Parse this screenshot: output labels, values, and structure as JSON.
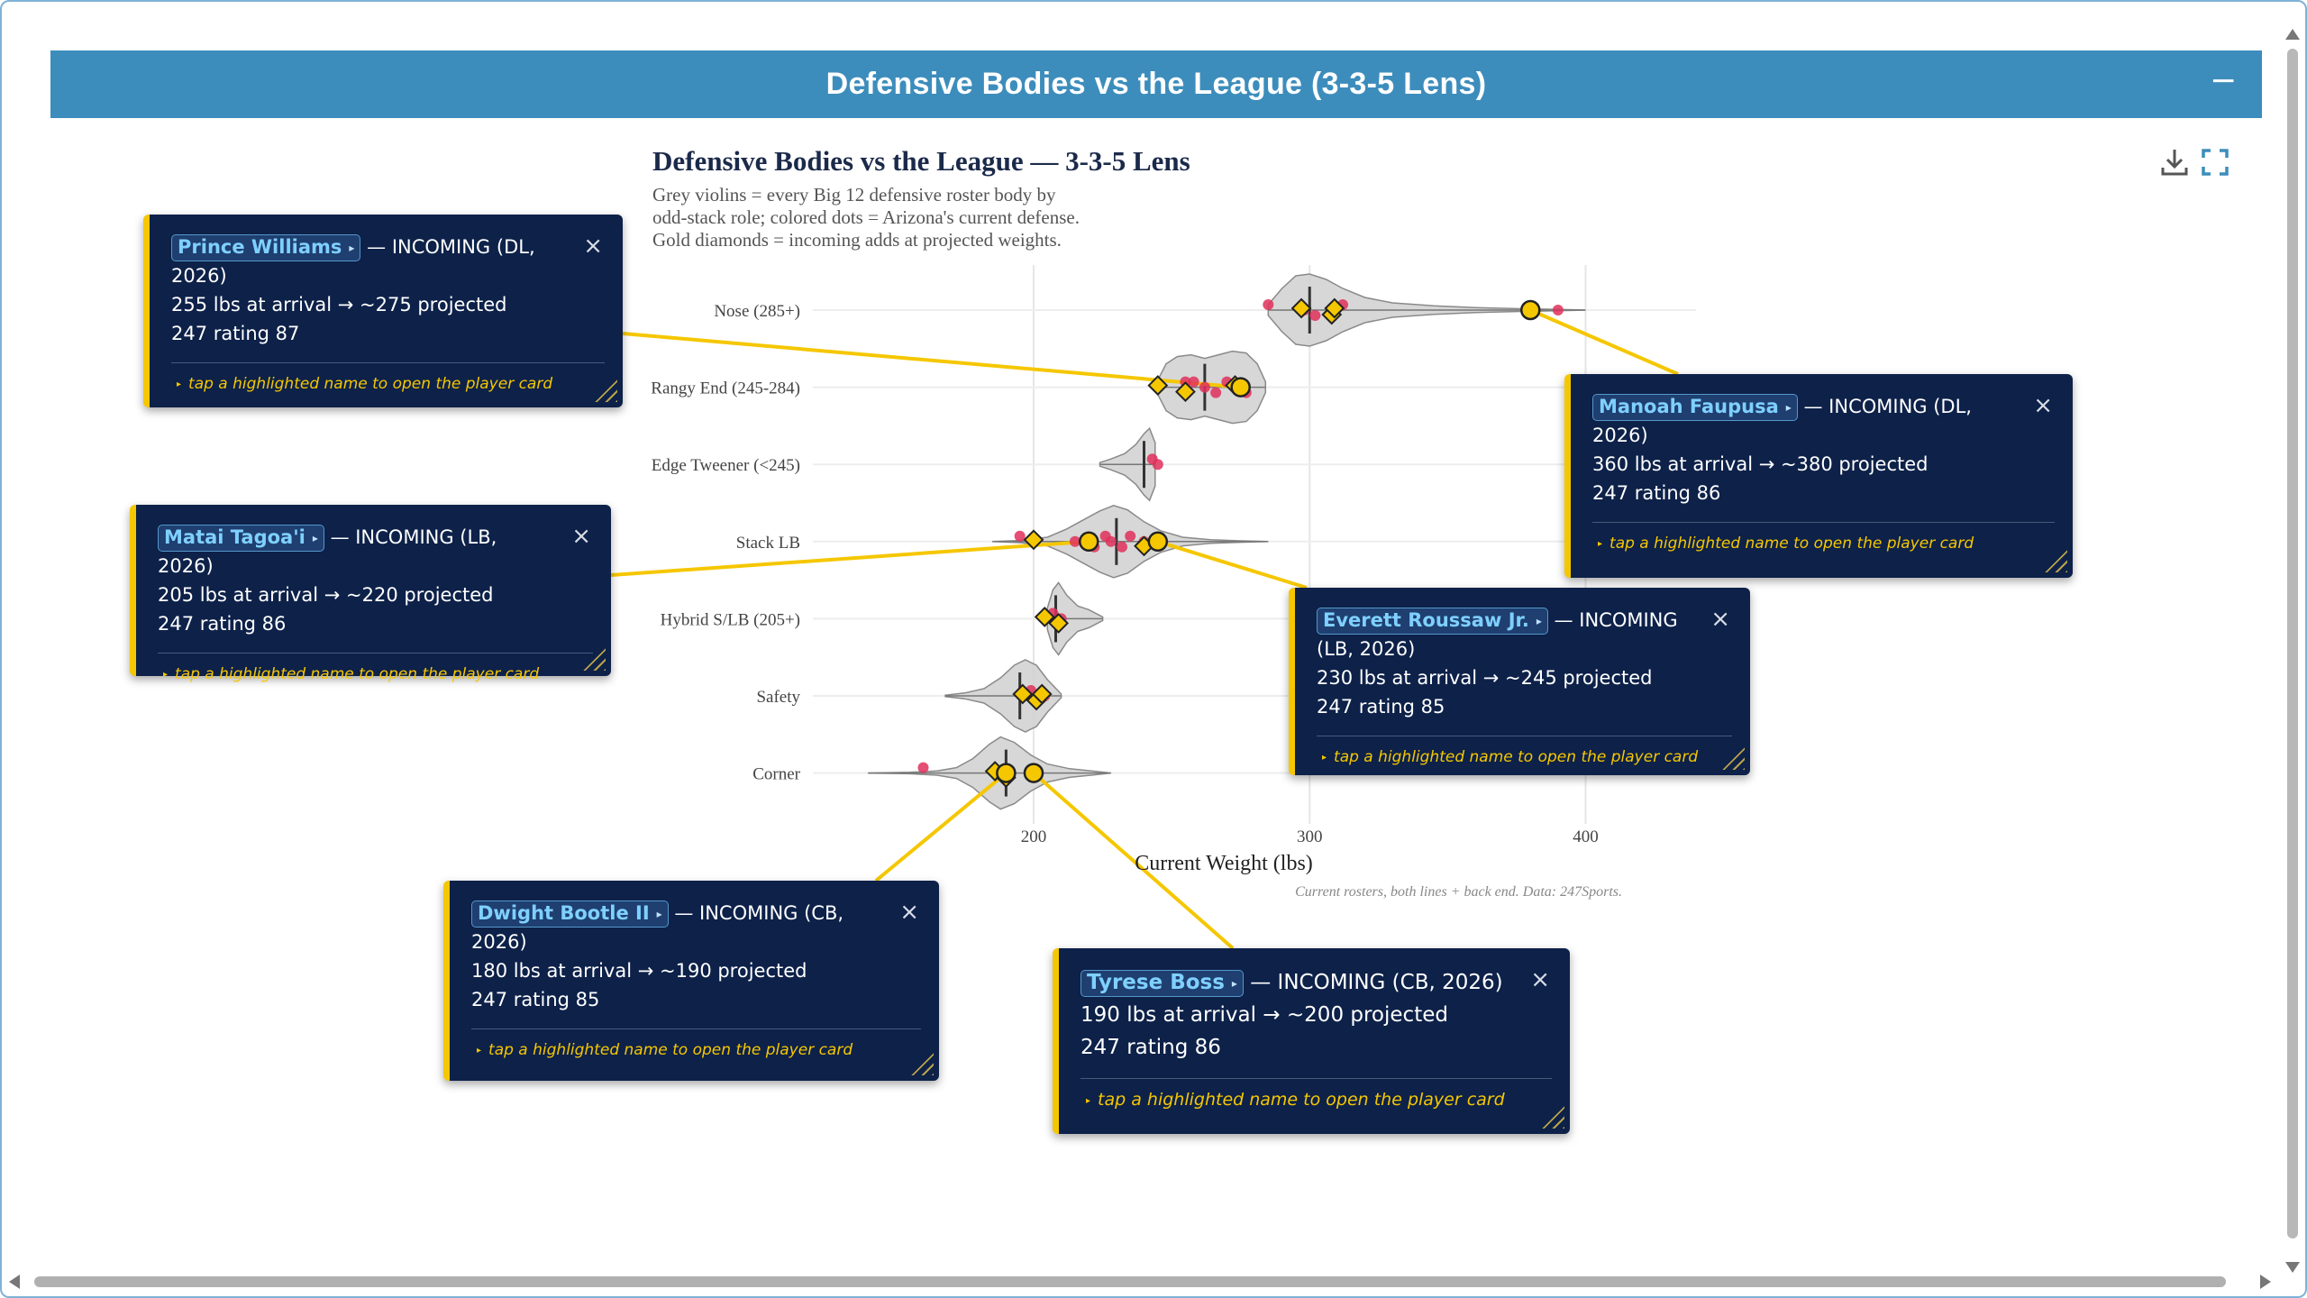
{
  "panel": {
    "title": "Defensive Bodies vs the League (3-3-5 Lens)",
    "collapse_symbol": "−"
  },
  "colors": {
    "header_bg": "#3c8dbc",
    "violin_fill": "#d0d0d0",
    "violin_stroke": "#8a8a8a",
    "current_dot": "#e0305a",
    "incoming_diamond": "#f5c700",
    "callout_bg": "#0d2149",
    "callout_accent": "#f5c700",
    "leader_line": "#f5c700"
  },
  "chart_data": {
    "type": "violin",
    "title": "Defensive Bodies vs the League — 3-3-5 Lens",
    "subtitle_lines": [
      "Grey violins = every Big 12 defensive roster body by",
      "odd-stack role; colored dots = Arizona's current defense.",
      "Gold diamonds = incoming adds at projected weights."
    ],
    "xlabel": "Current Weight (lbs)",
    "xlim": [
      120,
      440
    ],
    "xticks": [
      200,
      300,
      400
    ],
    "grid": true,
    "source": "Current rosters, both lines + back end. Data: 247Sports.",
    "categories": [
      "Nose (285+)",
      "Rangy End (245-284)",
      "Edge Tweener (<245)",
      "Stack LB",
      "Hybrid S/LB (205+)",
      "Safety",
      "Corner"
    ],
    "violins": [
      {
        "category": "Nose (285+)",
        "min": 285,
        "max": 400,
        "median": 300,
        "shape": [
          [
            285,
            0.15
          ],
          [
            290,
            0.6
          ],
          [
            295,
            0.95
          ],
          [
            300,
            1.0
          ],
          [
            306,
            0.85
          ],
          [
            312,
            0.6
          ],
          [
            320,
            0.35
          ],
          [
            330,
            0.2
          ],
          [
            345,
            0.12
          ],
          [
            360,
            0.07
          ],
          [
            375,
            0.04
          ],
          [
            390,
            0.02
          ],
          [
            400,
            0.0
          ]
        ]
      },
      {
        "category": "Rangy End (245-284)",
        "min": 245,
        "max": 284,
        "median": 262,
        "shape": [
          [
            245,
            0.2
          ],
          [
            248,
            0.65
          ],
          [
            252,
            0.85
          ],
          [
            257,
            0.9
          ],
          [
            262,
            0.8
          ],
          [
            267,
            0.9
          ],
          [
            272,
            1.0
          ],
          [
            277,
            0.95
          ],
          [
            281,
            0.65
          ],
          [
            284,
            0.15
          ]
        ]
      },
      {
        "category": "Edge Tweener (<245)",
        "min": 224,
        "max": 244,
        "median": 240,
        "shape": [
          [
            224,
            0.05
          ],
          [
            228,
            0.15
          ],
          [
            233,
            0.3
          ],
          [
            237,
            0.55
          ],
          [
            240,
            0.85
          ],
          [
            242,
            1.0
          ],
          [
            244,
            0.6
          ]
        ]
      },
      {
        "category": "Stack LB",
        "min": 185,
        "max": 285,
        "median": 230,
        "shape": [
          [
            185,
            0.0
          ],
          [
            195,
            0.03
          ],
          [
            205,
            0.12
          ],
          [
            212,
            0.35
          ],
          [
            218,
            0.6
          ],
          [
            224,
            0.85
          ],
          [
            229,
            1.0
          ],
          [
            234,
            0.88
          ],
          [
            240,
            0.55
          ],
          [
            246,
            0.3
          ],
          [
            254,
            0.12
          ],
          [
            264,
            0.05
          ],
          [
            275,
            0.02
          ],
          [
            285,
            0.0
          ]
        ]
      },
      {
        "category": "Hybrid S/LB (205+)",
        "min": 205,
        "max": 225,
        "median": 208,
        "shape": [
          [
            205,
            0.3
          ],
          [
            207,
            0.8
          ],
          [
            209,
            1.0
          ],
          [
            212,
            0.65
          ],
          [
            216,
            0.35
          ],
          [
            220,
            0.25
          ],
          [
            225,
            0.05
          ]
        ]
      },
      {
        "category": "Safety",
        "min": 168,
        "max": 210,
        "median": 195,
        "shape": [
          [
            168,
            0.02
          ],
          [
            175,
            0.08
          ],
          [
            182,
            0.2
          ],
          [
            188,
            0.5
          ],
          [
            193,
            0.85
          ],
          [
            197,
            1.0
          ],
          [
            201,
            0.85
          ],
          [
            205,
            0.45
          ],
          [
            210,
            0.05
          ]
        ]
      },
      {
        "category": "Corner",
        "min": 140,
        "max": 228,
        "median": 190,
        "shape": [
          [
            140,
            0.0
          ],
          [
            155,
            0.02
          ],
          [
            165,
            0.06
          ],
          [
            172,
            0.15
          ],
          [
            178,
            0.4
          ],
          [
            184,
            0.8
          ],
          [
            188,
            1.0
          ],
          [
            193,
            0.85
          ],
          [
            199,
            0.5
          ],
          [
            205,
            0.25
          ],
          [
            213,
            0.12
          ],
          [
            222,
            0.05
          ],
          [
            228,
            0.0
          ]
        ]
      }
    ],
    "current_players": [
      {
        "category": "Nose (285+)",
        "values": [
          285,
          298,
          302,
          312,
          390
        ]
      },
      {
        "category": "Rangy End (245-284)",
        "values": [
          258,
          262,
          266,
          270,
          274,
          277,
          255
        ]
      },
      {
        "category": "Edge Tweener (<245)",
        "values": [
          243,
          245
        ]
      },
      {
        "category": "Stack LB",
        "values": [
          195,
          215,
          222,
          226,
          228,
          232,
          235,
          240
        ]
      },
      {
        "category": "Hybrid S/LB (205+)",
        "values": [
          207,
          210
        ]
      },
      {
        "category": "Safety",
        "values": [
          199,
          204
        ]
      },
      {
        "category": "Corner",
        "values": [
          160,
          190
        ]
      }
    ],
    "incoming_diamonds": [
      {
        "category": "Nose (285+)",
        "values": [
          297,
          308,
          309
        ]
      },
      {
        "category": "Rangy End (245-284)",
        "values": [
          245,
          255,
          273
        ]
      },
      {
        "category": "Stack LB",
        "values": [
          200,
          240
        ]
      },
      {
        "category": "Hybrid S/LB (205+)",
        "values": [
          204,
          209
        ]
      },
      {
        "category": "Safety",
        "values": [
          196,
          201,
          203
        ]
      },
      {
        "category": "Corner",
        "values": [
          186,
          190
        ]
      }
    ],
    "highlighted": [
      {
        "name": "Manoah Faupusa",
        "category": "Nose (285+)",
        "value": 380
      },
      {
        "name": "Prince Williams",
        "category": "Rangy End (245-284)",
        "value": 275
      },
      {
        "name": "Matai Tagoa'i",
        "category": "Stack LB",
        "value": 220
      },
      {
        "name": "Everett Roussaw Jr.",
        "category": "Stack LB",
        "value": 245
      },
      {
        "name": "Dwight Bootle II",
        "category": "Corner",
        "value": 190
      },
      {
        "name": "Tyrese Boss",
        "category": "Corner",
        "value": 200
      }
    ]
  },
  "callouts": [
    {
      "id": "prince",
      "name": "Prince Williams",
      "tag": "— INCOMING (DL, 2026)",
      "weights": "255 lbs at arrival → ~275 projected",
      "rating": "247 rating 87",
      "hint": "tap a highlighted name to open the player card"
    },
    {
      "id": "manoah",
      "name": "Manoah Faupusa",
      "tag": "— INCOMING (DL, 2026)",
      "weights": "360 lbs at arrival → ~380 projected",
      "rating": "247 rating 86",
      "hint": "tap a highlighted name to open the player card"
    },
    {
      "id": "matai",
      "name": "Matai Tagoa'i",
      "tag": "— INCOMING (LB, 2026)",
      "weights": "205 lbs at arrival → ~220 projected",
      "rating": "247 rating 86",
      "hint": "tap a highlighted name to open the player card"
    },
    {
      "id": "everett",
      "name": "Everett Roussaw Jr.",
      "tag": "— INCOMING (LB, 2026)",
      "weights": "230 lbs at arrival → ~245 projected",
      "rating": "247 rating 85",
      "hint": "tap a highlighted name to open the player card"
    },
    {
      "id": "dwight",
      "name": "Dwight Bootle II",
      "tag": "— INCOMING (CB, 2026)",
      "weights": "180 lbs at arrival → ~190 projected",
      "rating": "247 rating 85",
      "hint": "tap a highlighted name to open the player card"
    },
    {
      "id": "tyrese",
      "name": "Tyrese Boss",
      "tag": "— INCOMING (CB, 2026)",
      "weights": "190 lbs at arrival → ~200 projected",
      "rating": "247 rating 86",
      "hint": "tap a highlighted name to open the player card"
    }
  ],
  "toolbar": {
    "download_icon": "download-icon",
    "fullscreen_icon": "fullscreen-icon"
  }
}
